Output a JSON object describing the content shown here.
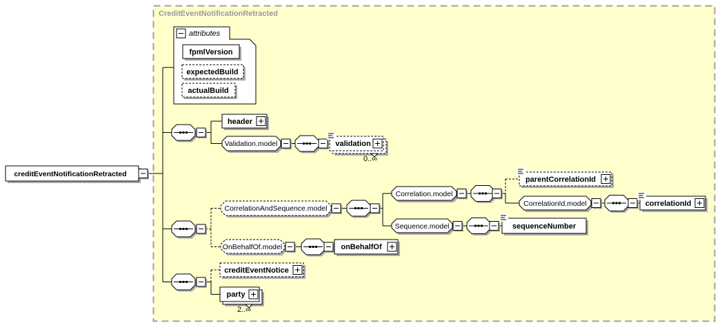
{
  "colors": {
    "canvas": "#ffffff",
    "container_fill": "#ffffcc",
    "container_border": "#a0a0a0",
    "container_label": "#999999",
    "node_fill": "#ffffff",
    "node_border": "#000000",
    "shadow": "#a9a9a9"
  },
  "container": {
    "label": "CreditEventNotificationRetracted"
  },
  "root": {
    "label": "creditEventNotificationRetracted"
  },
  "attributes": {
    "label": "attributes",
    "fpml_version": "fpmlVersion",
    "expected_build": "expectedBuild",
    "actual_build": "actualBuild"
  },
  "nodes": {
    "header": "header",
    "validation_model": "Validation.model",
    "validation": "validation",
    "validation_occurrence": "0..∞",
    "correlation_and_sequence_model": "CorrelationAndSequence.model",
    "correlation_model": "Correlation.model",
    "parent_correlation_id": "parentCorrelationId",
    "correlation_id_model": "CorrelationId.model",
    "correlation_id": "correlationId",
    "sequence_model": "Sequence.model",
    "sequence_number": "sequenceNumber",
    "on_behalf_of_model": "OnBehalfOf.model",
    "on_behalf_of": "onBehalfOf",
    "credit_event_notice": "creditEventNotice",
    "party": "party",
    "party_occurrence": "2..∞"
  }
}
